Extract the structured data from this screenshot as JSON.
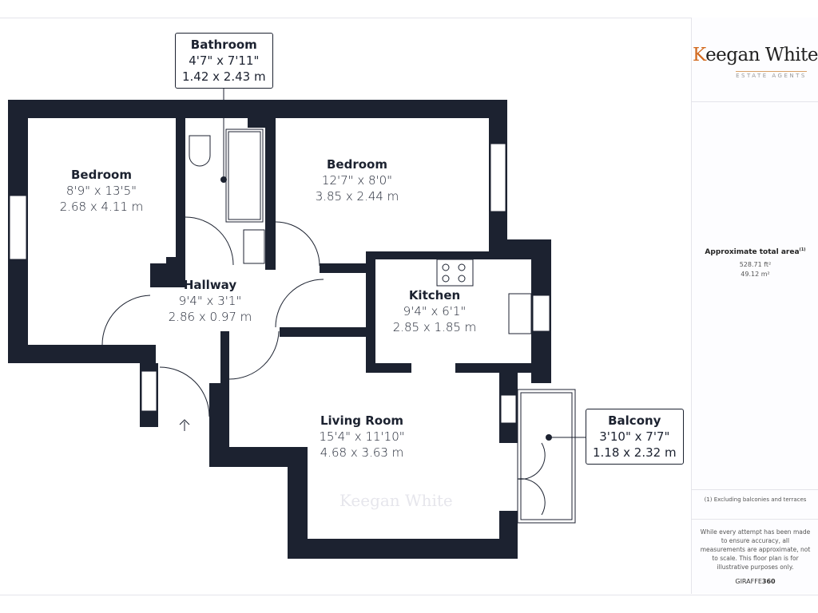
{
  "rooms": {
    "bathroom": {
      "name": "Bathroom",
      "imperial": "4'7\" x 7'11\"",
      "metric": "1.42 x 2.43 m"
    },
    "bedroom1": {
      "name": "Bedroom",
      "imperial": "8'9\" x 13'5\"",
      "metric": "2.68 x 4.11 m"
    },
    "bedroom2": {
      "name": "Bedroom",
      "imperial": "12'7\" x 8'0\"",
      "metric": "3.85 x 2.44 m"
    },
    "hallway": {
      "name": "Hallway",
      "imperial": "9'4\" x 3'1\"",
      "metric": "2.86 x 0.97 m"
    },
    "kitchen": {
      "name": "Kitchen",
      "imperial": "9'4\" x 6'1\"",
      "metric": "2.85 x 1.85 m"
    },
    "living": {
      "name": "Living Room",
      "imperial": "15'4\" x 11'10\"",
      "metric": "4.68 x 3.63 m"
    },
    "balcony": {
      "name": "Balcony",
      "imperial": "3'10\" x 7'7\"",
      "metric": "1.18 x 2.32 m"
    }
  },
  "watermark": "Keegan White",
  "sidebar": {
    "logo_main": "Keegan White",
    "logo_sub": "ESTATE AGENTS",
    "area_title": "Approximate total area",
    "area_note_mark": "(1)",
    "area_ft": "528.71 ft²",
    "area_m": "49.12 m²",
    "footnote": "(1) Excluding balconies and terraces",
    "disclaimer": "While every attempt has been made to ensure accuracy, all measurements are approximate, not to scale. This floor plan is for illustrative purposes only.",
    "brand_a": "GIRAFFE",
    "brand_b": "360"
  },
  "colors": {
    "wall": "#1c2230",
    "accent": "#d2691e"
  }
}
